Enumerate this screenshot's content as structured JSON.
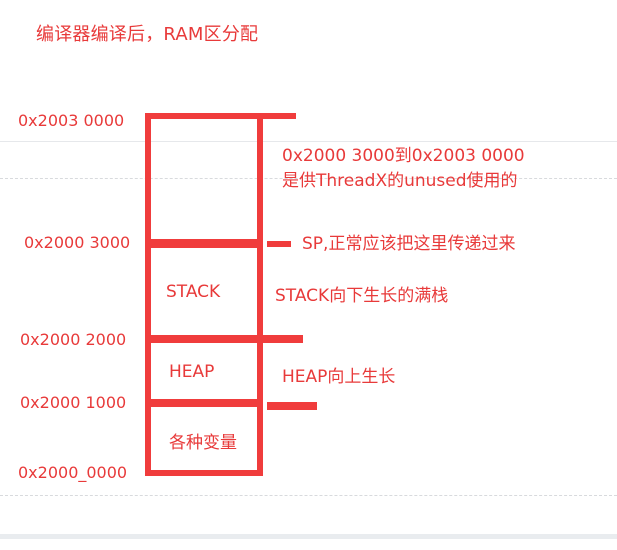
{
  "title": "编译器编译后，RAM区分配",
  "addresses": {
    "top": "0x2003 0000",
    "sp": "0x2000 3000",
    "heap_top": "0x2000 2000",
    "heap_bottom": "0x2000 1000",
    "base": "0x2000_0000"
  },
  "regions": {
    "stack": "STACK",
    "heap": "HEAP",
    "vars": "各种变量"
  },
  "notes": {
    "unused_line1": "0x2000 3000到0x2003 0000",
    "unused_line2": "是供ThreadX的unused使用的",
    "sp": "SP,正常应该把这里传递过来",
    "stack": "STACK向下生长的满栈",
    "heap": "HEAP向上生长"
  },
  "colors": {
    "accent": "#f03c3c",
    "text": "#e83a3a",
    "guide": "#e6e8eb"
  }
}
